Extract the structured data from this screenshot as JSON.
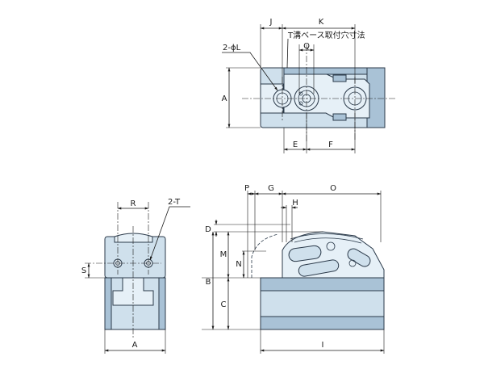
{
  "labels": {
    "J": "J",
    "K": "K",
    "t_slot_note": "T溝ベース取付穴寸法",
    "hole_note": "2-ϕL",
    "Q": "Q",
    "A_top": "A",
    "E": "E",
    "F": "F",
    "R": "R",
    "thread_note": "2-T",
    "S": "S",
    "A_front": "A",
    "P": "P",
    "G": "G",
    "H": "H",
    "O": "O",
    "D": "D",
    "M": "M",
    "N": "N",
    "B": "B",
    "C": "C",
    "I": "I"
  }
}
